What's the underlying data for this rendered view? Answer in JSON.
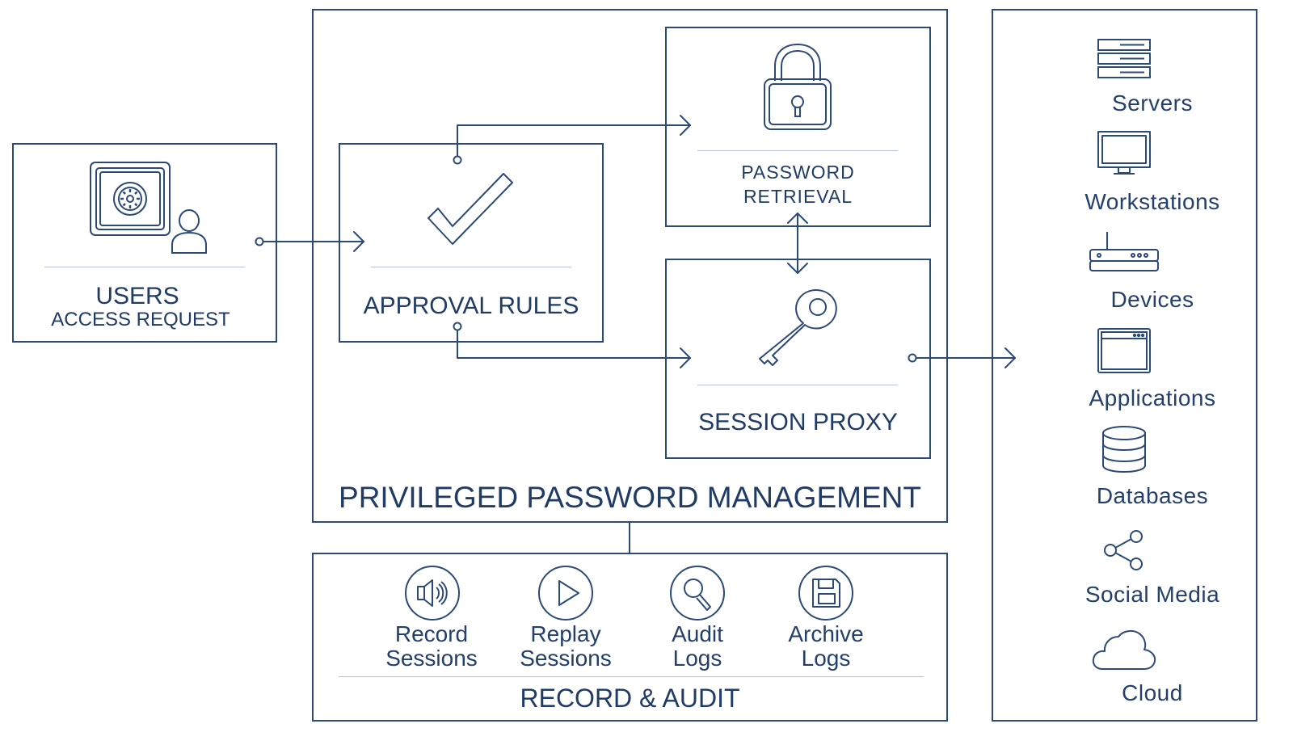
{
  "users_box": {
    "title": "USERS",
    "subtitle": "ACCESS REQUEST"
  },
  "approval_box": {
    "title": "APPROVAL RULES"
  },
  "password_box": {
    "line1": "PASSWORD",
    "line2": "RETRIEVAL"
  },
  "session_box": {
    "title": "SESSION PROXY"
  },
  "ppm_box": {
    "title": "PRIVILEGED PASSWORD MANAGEMENT"
  },
  "audit_box": {
    "title": "RECORD & AUDIT",
    "items": [
      {
        "line1": "Record",
        "line2": "Sessions",
        "icon": "speaker-icon"
      },
      {
        "line1": "Replay",
        "line2": "Sessions",
        "icon": "play-icon"
      },
      {
        "line1": "Audit",
        "line2": "Logs",
        "icon": "magnifier-icon"
      },
      {
        "line1": "Archive",
        "line2": "Logs",
        "icon": "floppy-disk-icon"
      }
    ]
  },
  "targets": [
    {
      "label": "Servers",
      "icon": "server-rack-icon"
    },
    {
      "label": "Workstations",
      "icon": "monitor-icon"
    },
    {
      "label": "Devices",
      "icon": "router-icon"
    },
    {
      "label": "Applications",
      "icon": "app-window-icon"
    },
    {
      "label": "Databases",
      "icon": "database-icon"
    },
    {
      "label": "Social Media",
      "icon": "share-icon"
    },
    {
      "label": "Cloud",
      "icon": "cloud-icon"
    }
  ],
  "colors": {
    "line": "#2c4a78",
    "text": "#1f3b66",
    "divider": "#b7c3d6"
  }
}
